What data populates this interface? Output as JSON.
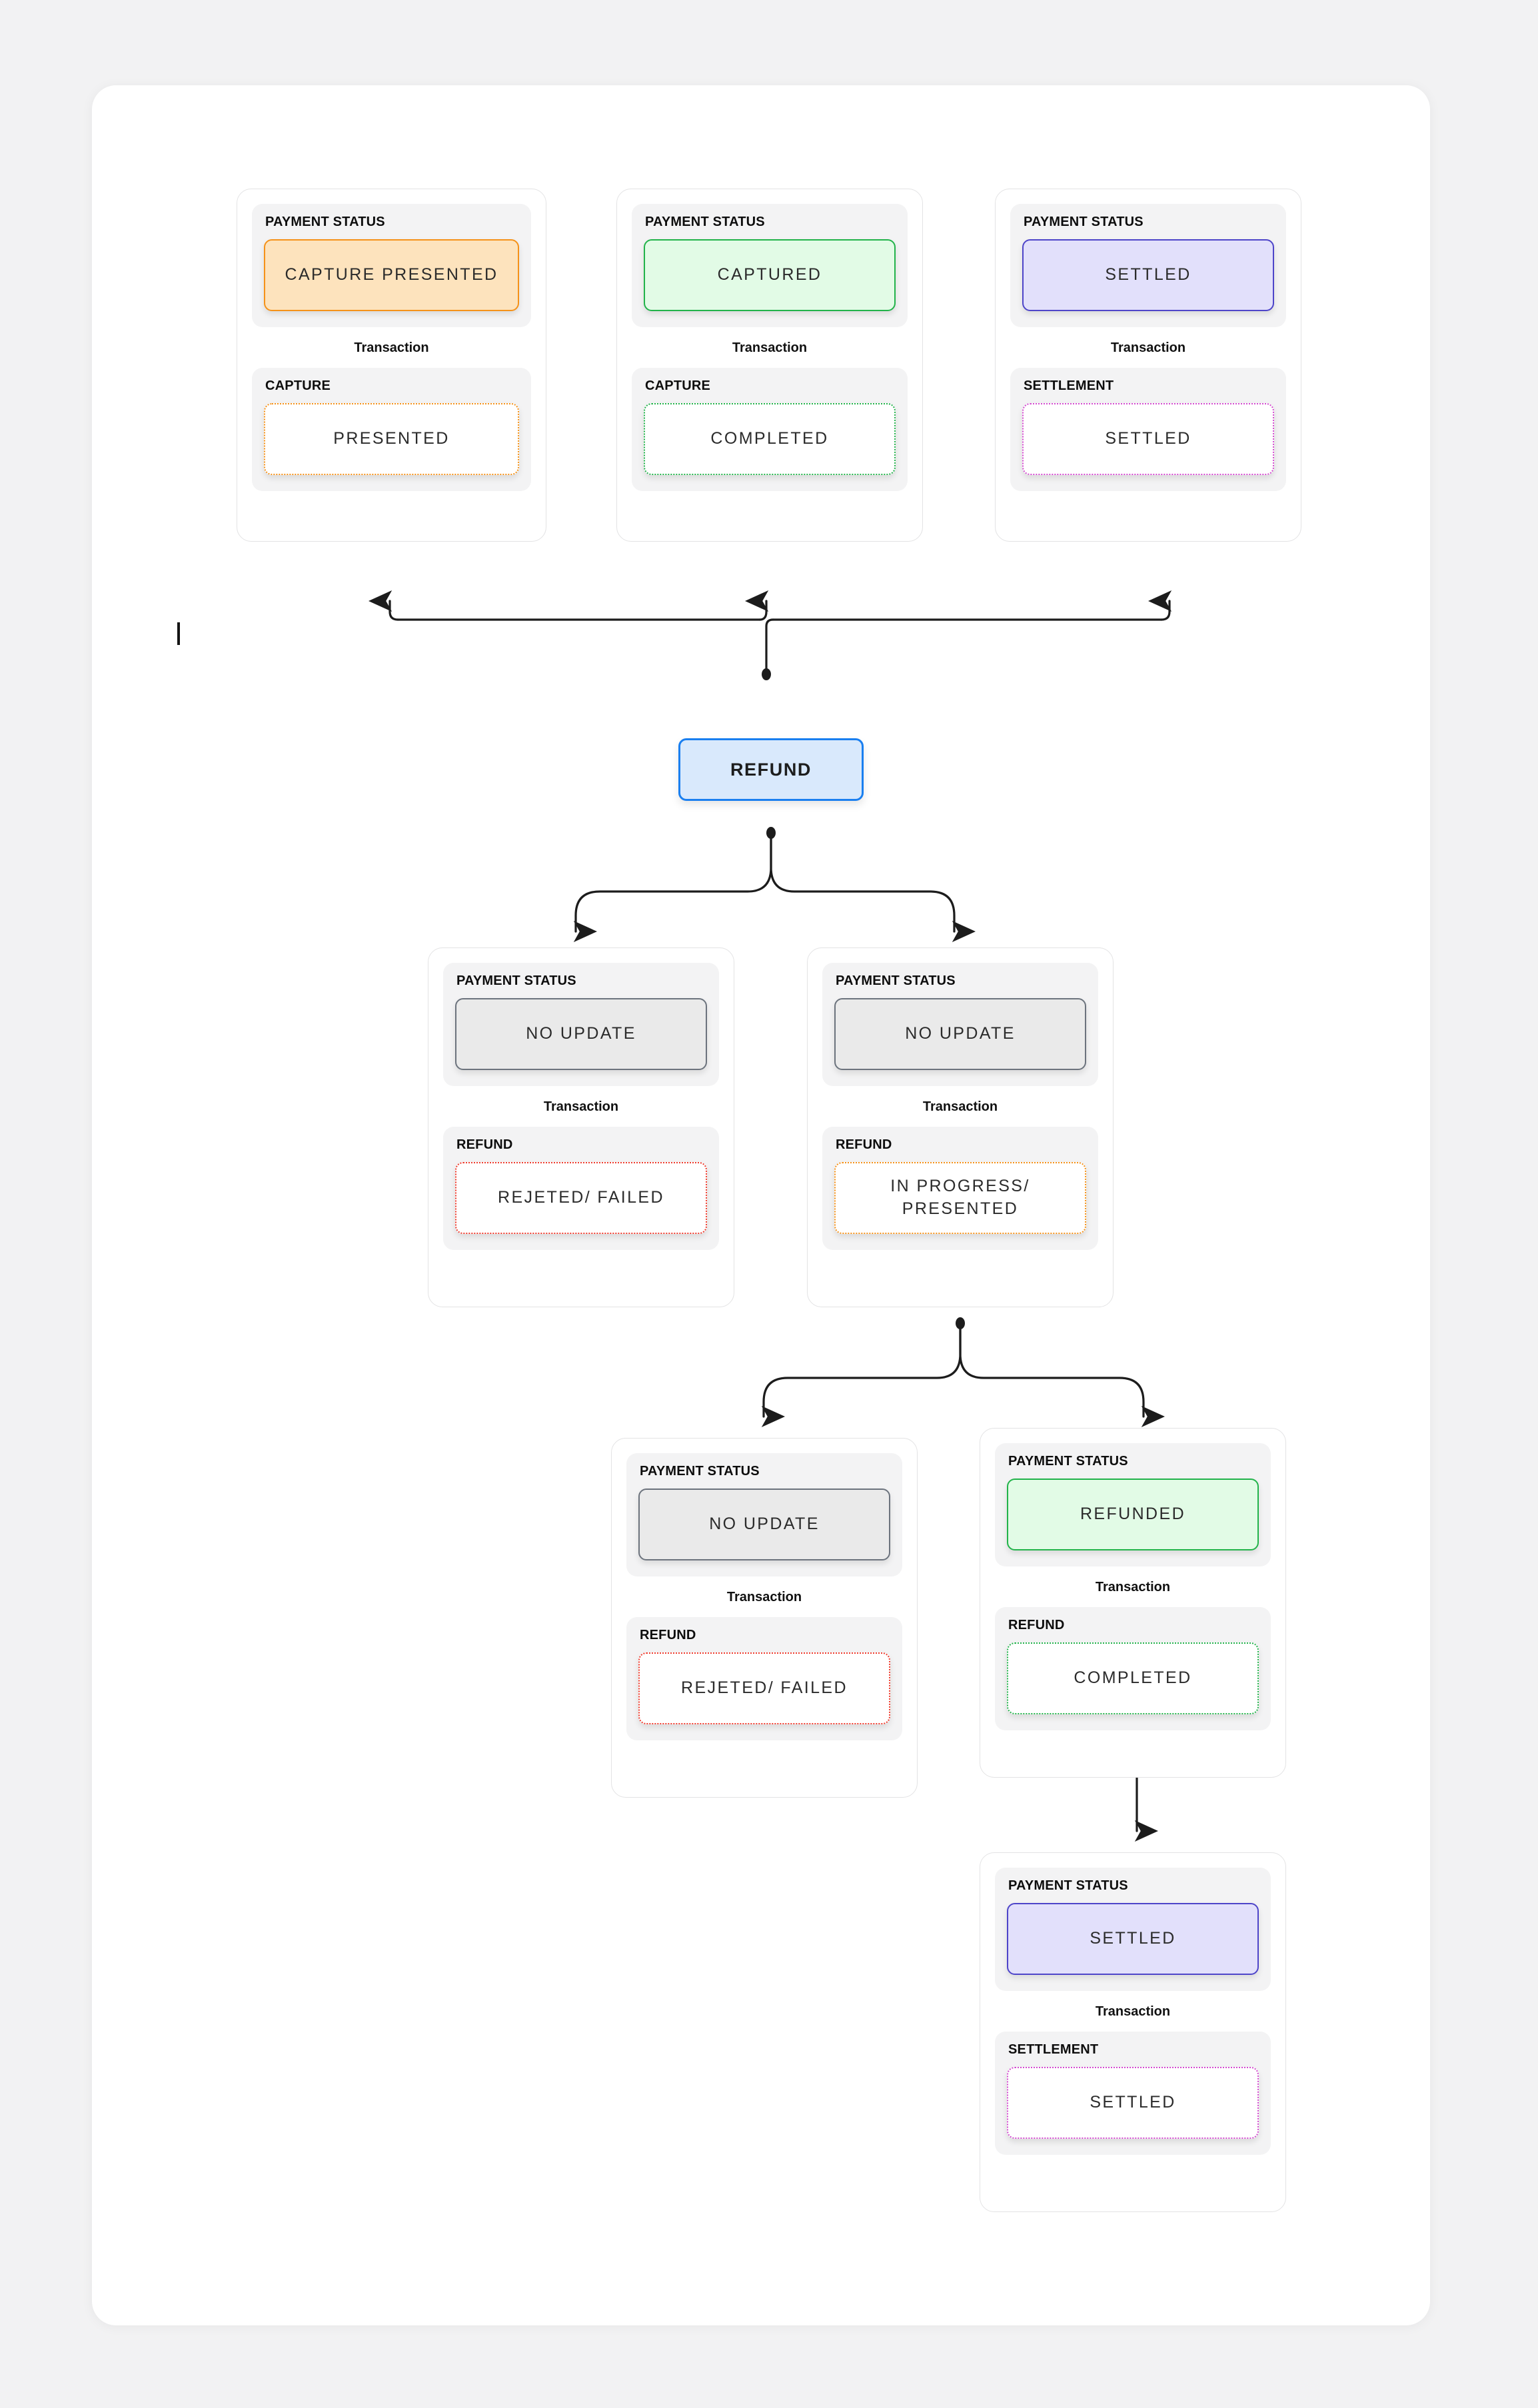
{
  "diagram": {
    "labels": {
      "payment_status": "PAYMENT STATUS",
      "transaction": "Transaction",
      "capture": "CAPTURE",
      "settlement": "SETTLEMENT",
      "refund": "REFUND"
    },
    "refund_node": {
      "label": "REFUND"
    },
    "colors": {
      "orange": "#f59219",
      "green": "#22b34a",
      "purple": "#4e45c9",
      "magenta": "#d44bd0",
      "red": "#ef3b2d",
      "gray": "#6c737d",
      "blue_fill": "#d9e9fc",
      "blue_border": "#1a7ff0"
    },
    "cards": [
      {
        "id": "capture-presented",
        "top_label": "PAYMENT STATUS",
        "status": "CAPTURE PRESENTED",
        "mid_label": "Transaction",
        "bottom_label": "CAPTURE",
        "bottom_value": "PRESENTED"
      },
      {
        "id": "captured",
        "top_label": "PAYMENT STATUS",
        "status": "CAPTURED",
        "mid_label": "Transaction",
        "bottom_label": "CAPTURE",
        "bottom_value": "COMPLETED"
      },
      {
        "id": "settled-top",
        "top_label": "PAYMENT STATUS",
        "status": "SETTLED",
        "mid_label": "Transaction",
        "bottom_label": "SETTLEMENT",
        "bottom_value": "SETTLED"
      },
      {
        "id": "refund-rejected",
        "top_label": "PAYMENT STATUS",
        "status": "NO UPDATE",
        "mid_label": "Transaction",
        "bottom_label": "REFUND",
        "bottom_value": "REJETED/ FAILED"
      },
      {
        "id": "refund-in-progress",
        "top_label": "PAYMENT STATUS",
        "status": "NO UPDATE",
        "mid_label": "Transaction",
        "bottom_label": "REFUND",
        "bottom_value": "IN PROGRESS/ PRESENTED"
      },
      {
        "id": "refund-rejected-2",
        "top_label": "PAYMENT STATUS",
        "status": "NO UPDATE",
        "mid_label": "Transaction",
        "bottom_label": "REFUND",
        "bottom_value": "REJETED/ FAILED"
      },
      {
        "id": "refunded",
        "top_label": "PAYMENT STATUS",
        "status": "REFUNDED",
        "mid_label": "Transaction",
        "bottom_label": "REFUND",
        "bottom_value": "COMPLETED"
      },
      {
        "id": "settled-final",
        "top_label": "PAYMENT STATUS",
        "status": "SETTLED",
        "mid_label": "Transaction",
        "bottom_label": "SETTLEMENT",
        "bottom_value": "SETTLED"
      }
    ]
  }
}
